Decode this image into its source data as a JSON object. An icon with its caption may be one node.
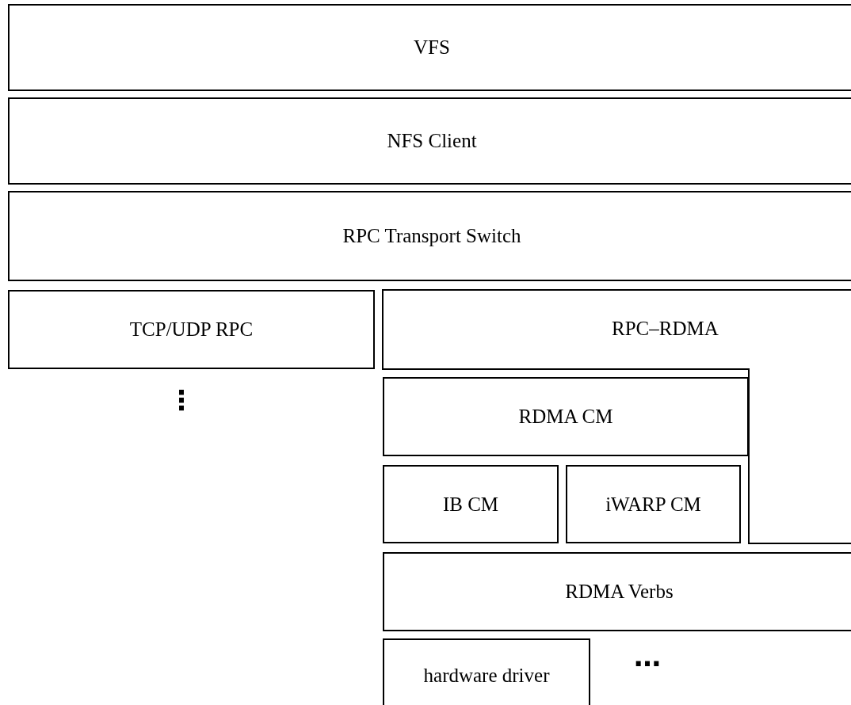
{
  "diagram": {
    "nodes": [
      {
        "text": [
          "VFS"
        ]
      },
      {
        "text": [
          "NFS Client"
        ]
      },
      {
        "text": [
          "RPC Transport Switch"
        ]
      },
      {
        "text": [
          "TCP/UDP RPC"
        ]
      },
      {
        "text": [
          "RPC–RDMA"
        ]
      },
      {
        "text": [
          "RDMA CM"
        ]
      },
      {
        "text": [
          "IB CM"
        ]
      },
      {
        "text": [
          "iWARP CM"
        ]
      },
      {
        "text": [
          "RDMA Verbs"
        ]
      },
      {
        "text": [
          "hardware driver"
        ]
      }
    ],
    "labels": [
      "⋮",
      "…"
    ]
  }
}
